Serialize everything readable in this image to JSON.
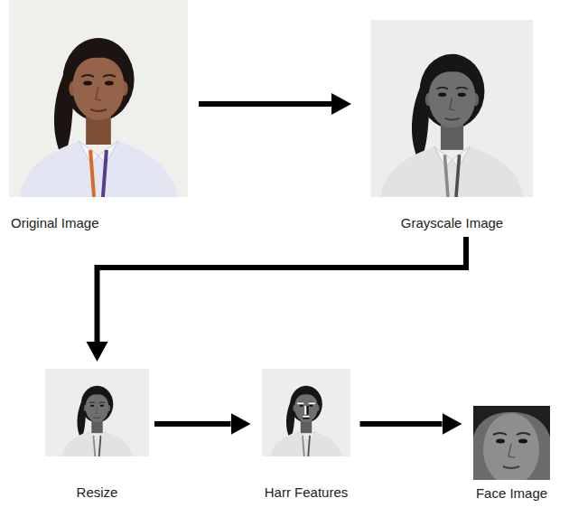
{
  "diagram": {
    "nodes": [
      {
        "text": [
          "Original Image"
        ]
      },
      {
        "text": [
          "Grayscale Image"
        ]
      },
      {
        "text": [
          "Resize"
        ]
      },
      {
        "text": [
          "Harr Features"
        ]
      },
      {
        "text": [
          "Face Image"
        ]
      }
    ],
    "edges": [
      {
        "from": 0,
        "to": 1,
        "arrow": "to"
      },
      {
        "from": 1,
        "to": 2,
        "arrow": "to"
      },
      {
        "from": 2,
        "to": 3,
        "arrow": "to"
      },
      {
        "from": 3,
        "to": 4,
        "arrow": "to"
      }
    ]
  }
}
